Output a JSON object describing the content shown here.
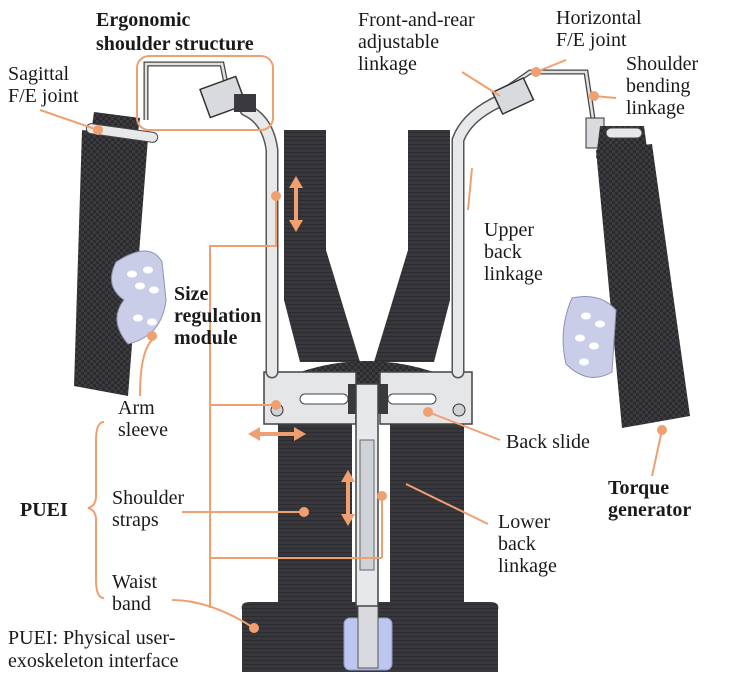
{
  "colors": {
    "accent": "#F0A070",
    "carbon": "#2b2b2e",
    "strap": "#3a3a3e",
    "metal": "#cfd2d6",
    "mesh": "#c9cde8",
    "buckle": "#bcc6ee"
  },
  "labels": {
    "ergonomic": [
      "Ergonomic",
      "shoulder structure"
    ],
    "sagittal": [
      "Sagittal",
      "F/E joint"
    ],
    "front_rear": [
      "Front-and-rear",
      "adjustable",
      "linkage"
    ],
    "horizontal": [
      "Horizontal",
      "F/E joint"
    ],
    "shoulder_bending": [
      "Shoulder",
      "bending",
      "linkage"
    ],
    "upper_back": [
      "Upper",
      "back",
      "linkage"
    ],
    "size_regulation": [
      "Size",
      "regulation",
      "module"
    ],
    "arm_sleeve": [
      "Arm",
      "sleeve"
    ],
    "back_slide": "Back slide",
    "torque_generator": [
      "Torque",
      "generator"
    ],
    "puei": "PUEI",
    "shoulder_straps": [
      "Shoulder",
      "straps"
    ],
    "lower_back": [
      "Lower",
      "back",
      "linkage"
    ],
    "waist_band": [
      "Waist",
      "band"
    ],
    "puei_def": [
      "PUEI: Physical user-",
      "exoskeleton interface"
    ]
  }
}
